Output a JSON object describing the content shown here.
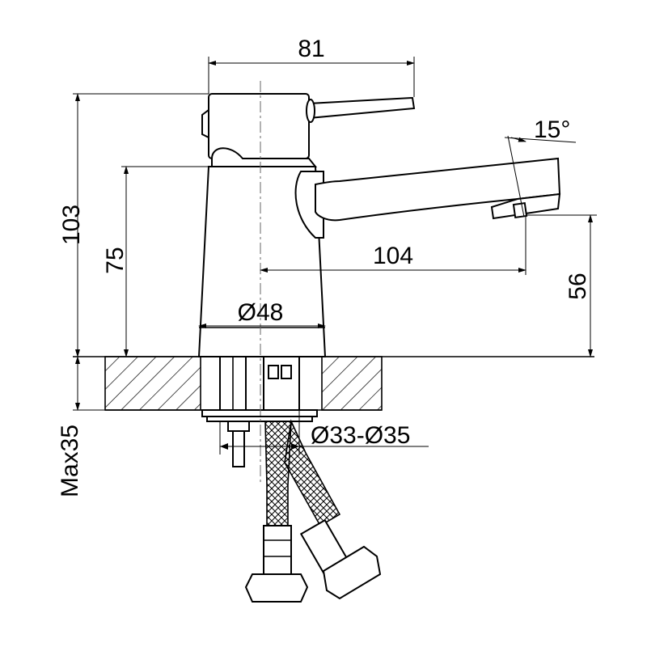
{
  "drawing": {
    "dimensions": {
      "width_top": "81",
      "height_total": "103",
      "height_body": "75",
      "spout_reach": "104",
      "spout_height": "56",
      "base_diameter": "Ø48",
      "mount_hole": "Ø33-Ø35",
      "max_thickness": "Max35",
      "spout_angle": "15°"
    }
  }
}
